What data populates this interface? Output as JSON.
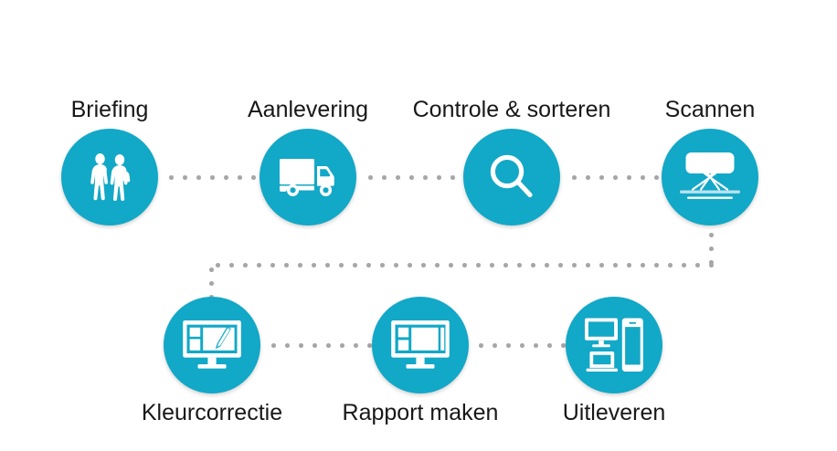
{
  "diagram": {
    "title": "Workflow process diagram",
    "background_color": "#ffffff",
    "accent_color": "#12a8c7",
    "icon_color": "#ffffff",
    "connector_color": "#a6a6a6",
    "label_color": "#181818",
    "steps": [
      {
        "id": "briefing",
        "order": 1,
        "label": "Briefing",
        "icon": "two-people-icon",
        "label_position": "above",
        "row": "top"
      },
      {
        "id": "aanlevering",
        "order": 2,
        "label": "Aanlevering",
        "icon": "delivery-truck-icon",
        "label_position": "above",
        "row": "top"
      },
      {
        "id": "controle-sorteren",
        "order": 3,
        "label": "Controle & sorteren",
        "icon": "magnifying-glass-icon",
        "label_position": "above",
        "row": "top"
      },
      {
        "id": "scannen",
        "order": 4,
        "label": "Scannen",
        "icon": "overhead-scanner-icon",
        "label_position": "above",
        "row": "top"
      },
      {
        "id": "kleurcorrectie",
        "order": 5,
        "label": "Kleurcorrectie",
        "icon": "monitor-with-stylus-icon",
        "label_position": "below",
        "row": "bottom"
      },
      {
        "id": "rapport-maken",
        "order": 6,
        "label": "Rapport maken",
        "icon": "monitor-with-layout-icon",
        "label_position": "below",
        "row": "bottom"
      },
      {
        "id": "uitleveren",
        "order": 7,
        "label": "Uitleveren",
        "icon": "multi-device-icon",
        "label_position": "below",
        "row": "bottom"
      }
    ],
    "connectors": [
      {
        "from": "briefing",
        "to": "aanlevering",
        "style": "dotted-horizontal"
      },
      {
        "from": "aanlevering",
        "to": "controle-sorteren",
        "style": "dotted-horizontal"
      },
      {
        "from": "controle-sorteren",
        "to": "scannen",
        "style": "dotted-horizontal"
      },
      {
        "from": "scannen",
        "to": "kleurcorrectie",
        "style": "dotted-elbow"
      },
      {
        "from": "kleurcorrectie",
        "to": "rapport-maken",
        "style": "dotted-horizontal"
      },
      {
        "from": "rapport-maken",
        "to": "uitleveren",
        "style": "dotted-horizontal"
      }
    ]
  }
}
